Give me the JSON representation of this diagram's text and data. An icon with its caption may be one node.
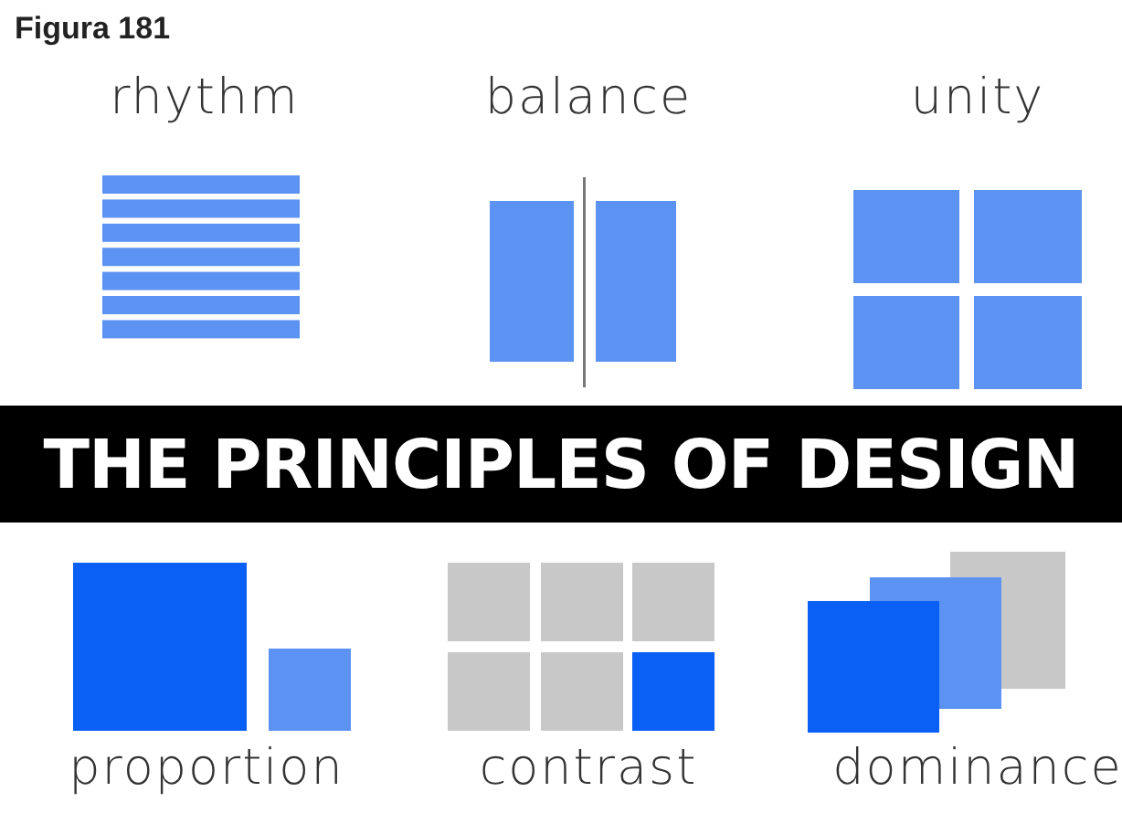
{
  "diagram": {
    "title": "Figura 181",
    "nodes": [
      {
        "text": [
          "THE PRINCIPLES OF DESIGN"
        ]
      }
    ],
    "labels": [
      "rhythm",
      "balance",
      "unity",
      "proportion",
      "contrast",
      "dominance"
    ]
  }
}
